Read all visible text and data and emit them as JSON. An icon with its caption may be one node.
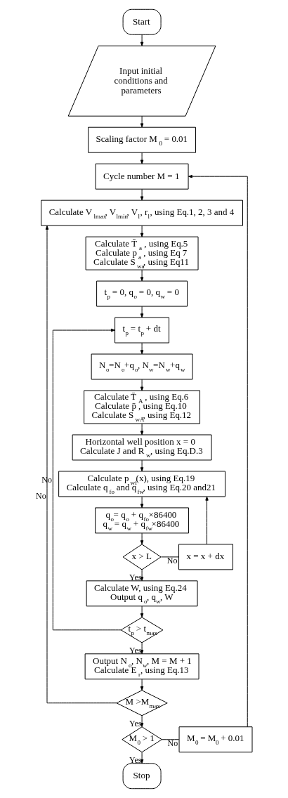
{
  "diagram": {
    "nodes": [
      {
        "text": [
          "Start"
        ]
      },
      {
        "text": [
          "Input initial conditions and parameters"
        ]
      },
      {
        "text": [
          "Scaling factor M$_{0}$ = 0.01"
        ]
      },
      {
        "text": [
          "Cycle number M = 1"
        ]
      },
      {
        "text": [
          "Calculate V$_{lmax}$, V$_{lmin}$, V$_{l}$, r$_{l}$, using Eq.1, 2, 3 and 4"
        ]
      },
      {
        "text": [
          "Calculate T̄$_{a}$ , using Eq.5",
          "Calculate p$_{a}$ , using Eq 7",
          "Calculate S$_{wa}$, using Eq11"
        ]
      },
      {
        "text": [
          "t$_{p}$ = 0, q$_{o}$ = 0, q$_{w}$ = 0"
        ]
      },
      {
        "text": [
          "t$_{p}$ = t$_{p}$ + dt"
        ]
      },
      {
        "text": [
          "N$_{o}$=N$_{o}$+q$_{o}$, N$_{w}$=N$_{w}$+q$_{w}$"
        ]
      },
      {
        "text": [
          "Calculate T̄$_{A}$ , using Eq.6",
          "Calculate p̄ , using Eq.10",
          "Calculate S$_{wA}$, using Eq.12"
        ]
      },
      {
        "text": [
          "Horizontal well position x = 0",
          "Calculate J and R$_{w}$, using Eq.D.3"
        ]
      },
      {
        "text": [
          "Calculate p$_{wf}$(x), using Eq.19",
          "Calculate q$_{fo}$ and q$_{fw}$, using Eq.20 and21"
        ]
      },
      {
        "text": [
          "q$_{o}$= q$_{o}$ + q$_{fo}$×86400",
          "q$_{w}$ = q$_{w}$ + q$_{fw}$×86400"
        ]
      },
      {
        "text": [
          "x > L"
        ]
      },
      {
        "text": [
          "x = x + dx"
        ]
      },
      {
        "text": [
          "Calculate W, using Eq.24",
          "Output q$_{o}$, q$_{w}$, W"
        ]
      },
      {
        "text": [
          "t$_{p}$ > t$_{max}$"
        ]
      },
      {
        "text": [
          "Output N$_{o}$, N$_{w}$, M = M + 1",
          "Calculate E$_{r}$, using Eq.13"
        ]
      },
      {
        "text": [
          "M >M$_{max}$"
        ]
      },
      {
        "text": [
          "M$_{0}$ > 1"
        ]
      },
      {
        "text": [
          "M$_{0}$ = M$_{0}$ + 0.01"
        ]
      },
      {
        "text": [
          "Stop"
        ]
      }
    ],
    "edges": [
      {
        "from": 0,
        "to": 1,
        "arrow": "to"
      },
      {
        "from": 1,
        "to": 2,
        "arrow": "to"
      },
      {
        "from": 2,
        "to": 3,
        "arrow": "to"
      },
      {
        "from": 3,
        "to": 4,
        "arrow": "to"
      },
      {
        "from": 4,
        "to": 5,
        "arrow": "to"
      },
      {
        "from": 5,
        "to": 6,
        "arrow": "to"
      },
      {
        "from": 6,
        "to": 7,
        "arrow": "to"
      },
      {
        "from": 7,
        "to": 8,
        "arrow": "to"
      },
      {
        "from": 8,
        "to": 9,
        "arrow": "to"
      },
      {
        "from": 9,
        "to": 10,
        "arrow": "to"
      },
      {
        "from": 10,
        "to": 11,
        "arrow": "to"
      },
      {
        "from": 11,
        "to": 12,
        "arrow": "to"
      },
      {
        "from": 12,
        "to": 13,
        "arrow": "to"
      },
      {
        "from": 13,
        "to": 14,
        "arrow": "none",
        "label": "No"
      },
      {
        "from": 14,
        "to": 11,
        "arrow": "to"
      },
      {
        "from": 13,
        "to": 15,
        "arrow": "to",
        "label": "Yes"
      },
      {
        "from": 15,
        "to": 16,
        "arrow": "to"
      },
      {
        "from": 16,
        "to": 7,
        "arrow": "to",
        "label": "No"
      },
      {
        "from": 16,
        "to": 17,
        "arrow": "to",
        "label": "Yes"
      },
      {
        "from": 17,
        "to": 18,
        "arrow": "to"
      },
      {
        "from": 18,
        "to": 4,
        "arrow": "to",
        "label": "No"
      },
      {
        "from": 18,
        "to": 19,
        "arrow": "to",
        "label": "Yes"
      },
      {
        "from": 19,
        "to": 20,
        "arrow": "none",
        "label": "No"
      },
      {
        "from": 20,
        "to": 3,
        "arrow": "to"
      },
      {
        "from": 19,
        "to": 21,
        "arrow": "to",
        "label": "Yes"
      }
    ]
  }
}
